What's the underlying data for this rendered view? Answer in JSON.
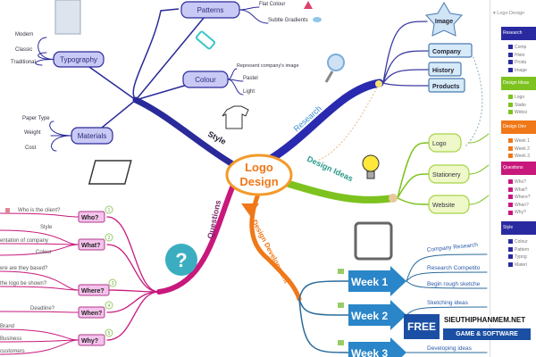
{
  "center": "Logo Design",
  "center_lines": [
    "Logo",
    "Design"
  ],
  "branches": {
    "style": "Style",
    "research": "Research",
    "design_ideas": "Design Ideas",
    "questions": "Questions",
    "design_development": "Design Development"
  },
  "style": {
    "patterns": {
      "label": "Patterns",
      "children": [
        "Flat Colour",
        "Subtle Gradients"
      ]
    },
    "typography": {
      "label": "Typography",
      "children": [
        "Modern",
        "Classic",
        "Traditional"
      ]
    },
    "colour": {
      "label": "Colour",
      "children": [
        "Represent company's image",
        "Pastel",
        "Light"
      ]
    },
    "materials": {
      "label": "Materials",
      "children": [
        "Paper Type",
        "Weight",
        "Cost"
      ]
    }
  },
  "research": [
    "Image",
    "Company",
    "History",
    "Products"
  ],
  "design_ideas": [
    "Logo",
    "Stationery",
    "Website"
  ],
  "questions": [
    {
      "label": "Who?",
      "num": "1",
      "children": [
        "Who is the client?"
      ]
    },
    {
      "label": "What?",
      "num": "2",
      "children": [
        "Style",
        "entation of company",
        "Colour"
      ]
    },
    {
      "label": "Where?",
      "num": "3",
      "children": [
        "ere are they based?",
        "the logo be shown?"
      ]
    },
    {
      "label": "When?",
      "num": "4",
      "children": [
        "Deadline?"
      ]
    },
    {
      "label": "Why?",
      "num": "5",
      "children": [
        "Brand",
        "Business",
        "customers"
      ]
    }
  ],
  "weeks": [
    {
      "label": "Week 1",
      "children": [
        "Company Research",
        "Research Competito",
        "Begin rough sketche"
      ]
    },
    {
      "label": "Week 2",
      "children": [
        "Sketching ideas"
      ]
    },
    {
      "label": "Week 3",
      "children": [
        "Developing ideas"
      ]
    }
  ],
  "colors": {
    "style": "#2a2a9a",
    "research": "#2a2ab0",
    "design_ideas": "#7dc21e",
    "design_development": "#f07818",
    "questions": "#c8187c",
    "week": "#2a86c8"
  },
  "sidebar": {
    "root": "Logo Design",
    "groups": [
      {
        "label": "Research",
        "color": "#2a2aa0",
        "items": [
          "Comp",
          "Histo",
          "Produ",
          "Image"
        ]
      },
      {
        "label": "Design Ideas",
        "color": "#7dc21e",
        "items": [
          "Logo",
          "Statio",
          "Websi"
        ]
      },
      {
        "label": "Design Dev",
        "color": "#f07818",
        "items": [
          "Week 1",
          "Week 2",
          "Week 3"
        ]
      },
      {
        "label": "Questions",
        "color": "#c8187c",
        "items": [
          "Who?",
          "What?",
          "Where?",
          "When?",
          "Why?"
        ]
      },
      {
        "label": "Style",
        "color": "#2a2aa0",
        "items": [
          "Colour",
          "Pattern",
          "Typog",
          "Materi"
        ]
      }
    ]
  },
  "watermark": {
    "badge": "FREE",
    "site": "SIEUTHIPHANMEM.NET",
    "tagline": "GAME & SOFTWARE"
  }
}
